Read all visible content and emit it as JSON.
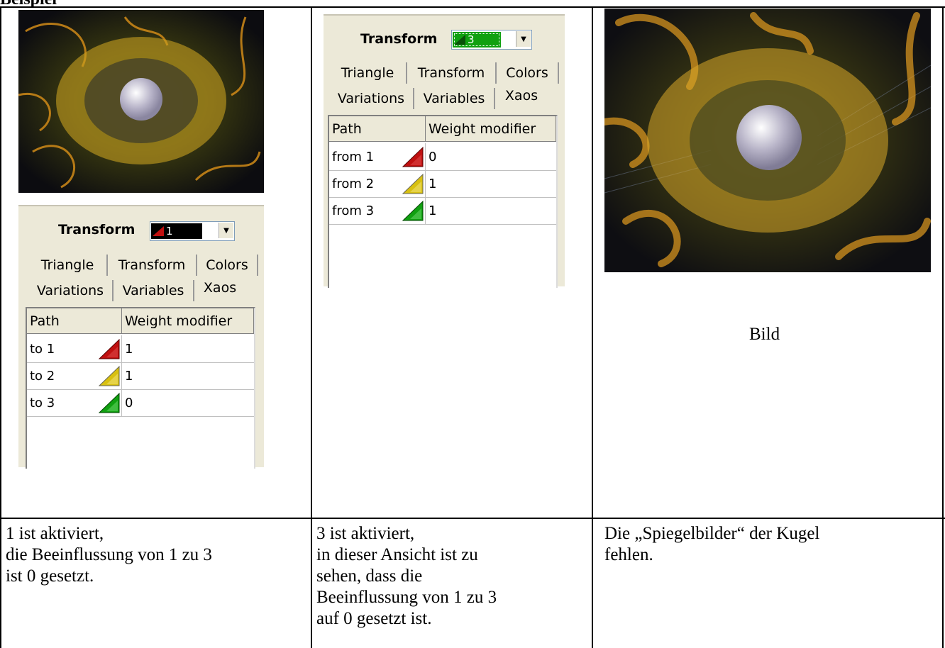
{
  "heading": "Beispiel",
  "panel_left": {
    "transform_label": "Transform",
    "combo_value": "1",
    "tabs_row1": [
      "Triangle",
      "Transform",
      "Colors"
    ],
    "tabs_row2": [
      "Variations",
      "Variables",
      "Xaos"
    ],
    "grid_headers": [
      "Path",
      "Weight modifier"
    ],
    "rows": [
      {
        "path": "to 1",
        "weight": "1",
        "color": "#c01010"
      },
      {
        "path": "to 2",
        "weight": "1",
        "color": "#d8c010"
      },
      {
        "path": "to 3",
        "weight": "0",
        "color": "#10a010"
      }
    ]
  },
  "panel_middle": {
    "transform_label": "Transform",
    "combo_value": "3",
    "tabs_row1": [
      "Triangle",
      "Transform",
      "Colors"
    ],
    "tabs_row2": [
      "Variations",
      "Variables",
      "Xaos"
    ],
    "grid_headers": [
      "Path",
      "Weight modifier"
    ],
    "rows": [
      {
        "path": "from 1",
        "weight": "0",
        "color": "#c01010"
      },
      {
        "path": "from 2",
        "weight": "1",
        "color": "#d8c010"
      },
      {
        "path": "from 3",
        "weight": "1",
        "color": "#10a010"
      }
    ]
  },
  "image_label": "Bild",
  "captions": {
    "left": [
      "1 ist aktiviert,",
      "die Beeinflussung von 1 zu 3",
      "ist 0 gesetzt."
    ],
    "middle": [
      "3 ist aktiviert,",
      "in dieser Ansicht ist zu",
      "sehen, dass die",
      "Beeinflussung von 1 zu 3",
      "auf 0 gesetzt ist."
    ],
    "right": [
      "Die „Spiegelbilder“ der Kugel",
      "fehlen."
    ]
  }
}
